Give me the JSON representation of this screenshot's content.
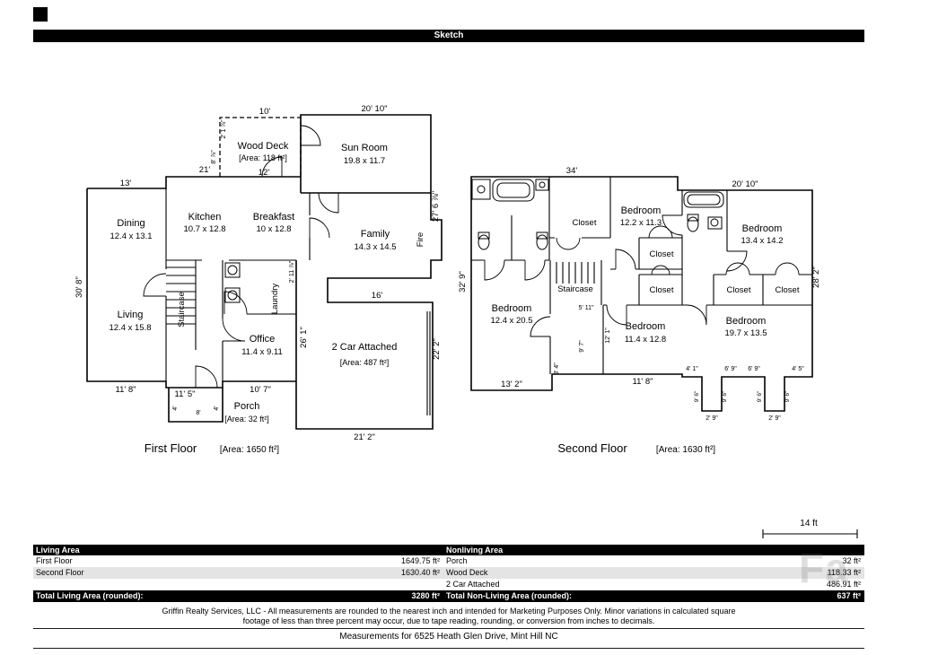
{
  "page": {
    "sketch_label": "Sketch",
    "watermark": "Fa"
  },
  "first_floor": {
    "title": "First Floor",
    "area_label": "[Area: 1650 ft²]",
    "rooms": {
      "wood_deck": {
        "name": "Wood Deck",
        "area": "[Area: 118 ft²]"
      },
      "sun_room": {
        "name": "Sun Room",
        "dims": "19.8 x 11.7"
      },
      "kitchen": {
        "name": "Kitchen",
        "dims": "10.7 x 12.8"
      },
      "breakfast": {
        "name": "Breakfast",
        "dims": "10 x 12.8"
      },
      "dining": {
        "name": "Dining",
        "dims": "12.4 x 13.1"
      },
      "family": {
        "name": "Family",
        "dims": "14.3 x 14.5"
      },
      "fire": {
        "name": "Fire"
      },
      "living": {
        "name": "Living",
        "dims": "12.4 x 15.8"
      },
      "staircase": {
        "name": "Staircase"
      },
      "laundry": {
        "name": "Laundry"
      },
      "office": {
        "name": "Office",
        "dims": "11.4 x 9.11"
      },
      "garage": {
        "name": "2 Car Attached",
        "area": "[Area: 487 ft²]"
      },
      "porch": {
        "name": "Porch",
        "area": "[Area: 32 ft²]"
      }
    },
    "dims": {
      "deck_top": "10'",
      "deck_side_a": "2' 1 ⅞\"",
      "deck_side_b": "8' ⅞\"",
      "deck_bottom": "12'",
      "sunroom_top": "20' 10\"",
      "sunroom_side": "27' 6 ⅞\"",
      "kitchen_top": "21'",
      "dining_top": "13'",
      "left_side": "30' 8\"",
      "laundry_top": "2' 11 ⅞\"",
      "garage_top": "16'",
      "garage_left": "26' 1\"",
      "garage_right": "22' 2\"",
      "garage_bottom": "21' 2\"",
      "living_bottom": "11' 8\"",
      "hall_bottom": "11' 5\"",
      "office_bottom": "10' 7\"",
      "porch_left": "4'",
      "porch_bottom": "8'",
      "porch_right": "4'"
    }
  },
  "second_floor": {
    "title": "Second Floor",
    "area_label": "[Area: 1630 ft²]",
    "rooms": {
      "closet1": {
        "name": "Closet"
      },
      "bedroom2": {
        "name": "Bedroom",
        "dims": "12.2 x 11.3"
      },
      "closet2": {
        "name": "Closet"
      },
      "bedroom3": {
        "name": "Bedroom",
        "dims": "13.4 x 14.2"
      },
      "staircase": {
        "name": "Staircase"
      },
      "closet3": {
        "name": "Closet"
      },
      "closet4": {
        "name": "Closet"
      },
      "closet5": {
        "name": "Closet"
      },
      "bedroom5": {
        "name": "Bedroom",
        "dims": "12.4 x 20.5"
      },
      "bedroom4": {
        "name": "Bedroom",
        "dims": "11.4 x 12.8"
      },
      "bedroom6": {
        "name": "Bedroom",
        "dims": "19.7 x 13.5"
      }
    },
    "dims": {
      "top_left": "34'",
      "top_right": "20' 10\"",
      "left_side": "32' 9\"",
      "right_side": "28' 2\"",
      "stair_width": "5' 11\"",
      "hall_a": "12' 1\"",
      "hall_b": "9' 7\"",
      "jog": "3' 4\"",
      "bottom_left": "13' 2\"",
      "bottom_mid": "11' 8\"",
      "seg_a": "4' 1\"",
      "seg_b": "6' 9\"",
      "seg_c": "6' 9\"",
      "seg_d": "4' 5\"",
      "tab_side": "9' 6\"",
      "tab_a_bottom": "2' 9\"",
      "tab_b_bottom": "2' 9\""
    }
  },
  "scale_bar": {
    "label": "14 ft"
  },
  "area_table": {
    "header": {
      "living": "Living Area",
      "nonliving": "Nonliving Area"
    },
    "rows": [
      {
        "living_name": "First Floor",
        "living_value": "1649.75 ft²",
        "nonliving_name": "Porch",
        "nonliving_value": "32 ft²"
      },
      {
        "living_name": "Second Floor",
        "living_value": "1630.40 ft²",
        "nonliving_name": "Wood Deck",
        "nonliving_value": "118.33 ft²"
      },
      {
        "living_name": "",
        "living_value": "",
        "nonliving_name": "2 Car Attached",
        "nonliving_value": "486.91 ft²"
      }
    ],
    "footer": {
      "living_label": "Total Living Area (rounded):",
      "living_value": "3280 ft²",
      "nonliving_label": "Total Non-Living Area (rounded):",
      "nonliving_value": "637 ft²"
    }
  },
  "disclaimer": {
    "line1": "Griffin Realty Services, LLC - All measurements are rounded to the nearest inch and intended for Marketing Purposes Only.  Minor variations in calculated square",
    "line2": "footage of less than three percent may occur, due to tape reading, rounding, or conversion from inches to decimals."
  },
  "footer_note": "Measurements for 6525 Heath Glen Drive, Mint Hill NC"
}
